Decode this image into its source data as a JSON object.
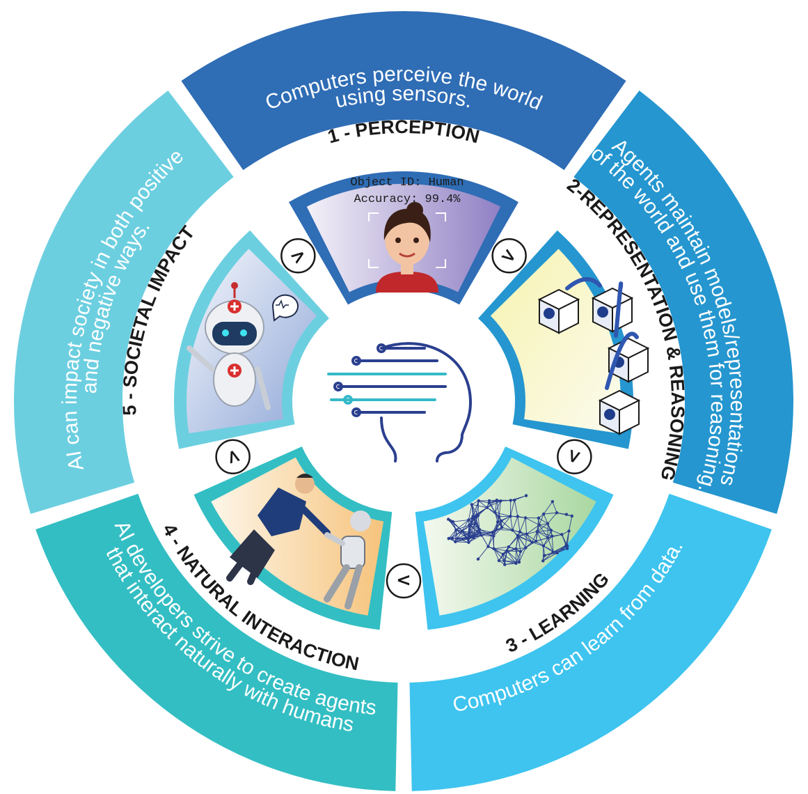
{
  "colors": {
    "perception": "#2f6db5",
    "representation": "#2596cf",
    "learning": "#3ec4ef",
    "interaction": "#33bec3",
    "societal": "#6ccfe0"
  },
  "segments": [
    {
      "id": "perception",
      "title": "1 - PERCEPTION",
      "description": [
        "Computers perceive the world",
        "using sensors."
      ]
    },
    {
      "id": "representation",
      "title": "2-REPRESENTATION & REASONING",
      "description": [
        "Agents maintain models/representations",
        "of the world and use them for reasoning."
      ]
    },
    {
      "id": "learning",
      "title": "3 - LEARNING",
      "description": [
        "Computers can learn from data."
      ]
    },
    {
      "id": "interaction",
      "title": "4 - NATURAL INTERACTION",
      "description": [
        "AI developers strive to create agents",
        "that interact naturally with humans"
      ]
    },
    {
      "id": "societal",
      "title": "5 - SOCIETAL IMPACT",
      "description": [
        "AI can impact society in both positive",
        "and negative ways."
      ]
    }
  ],
  "perception_caption": [
    "Object ID: Human",
    "Accuracy: 99.4%"
  ],
  "flow_arrow": ">"
}
